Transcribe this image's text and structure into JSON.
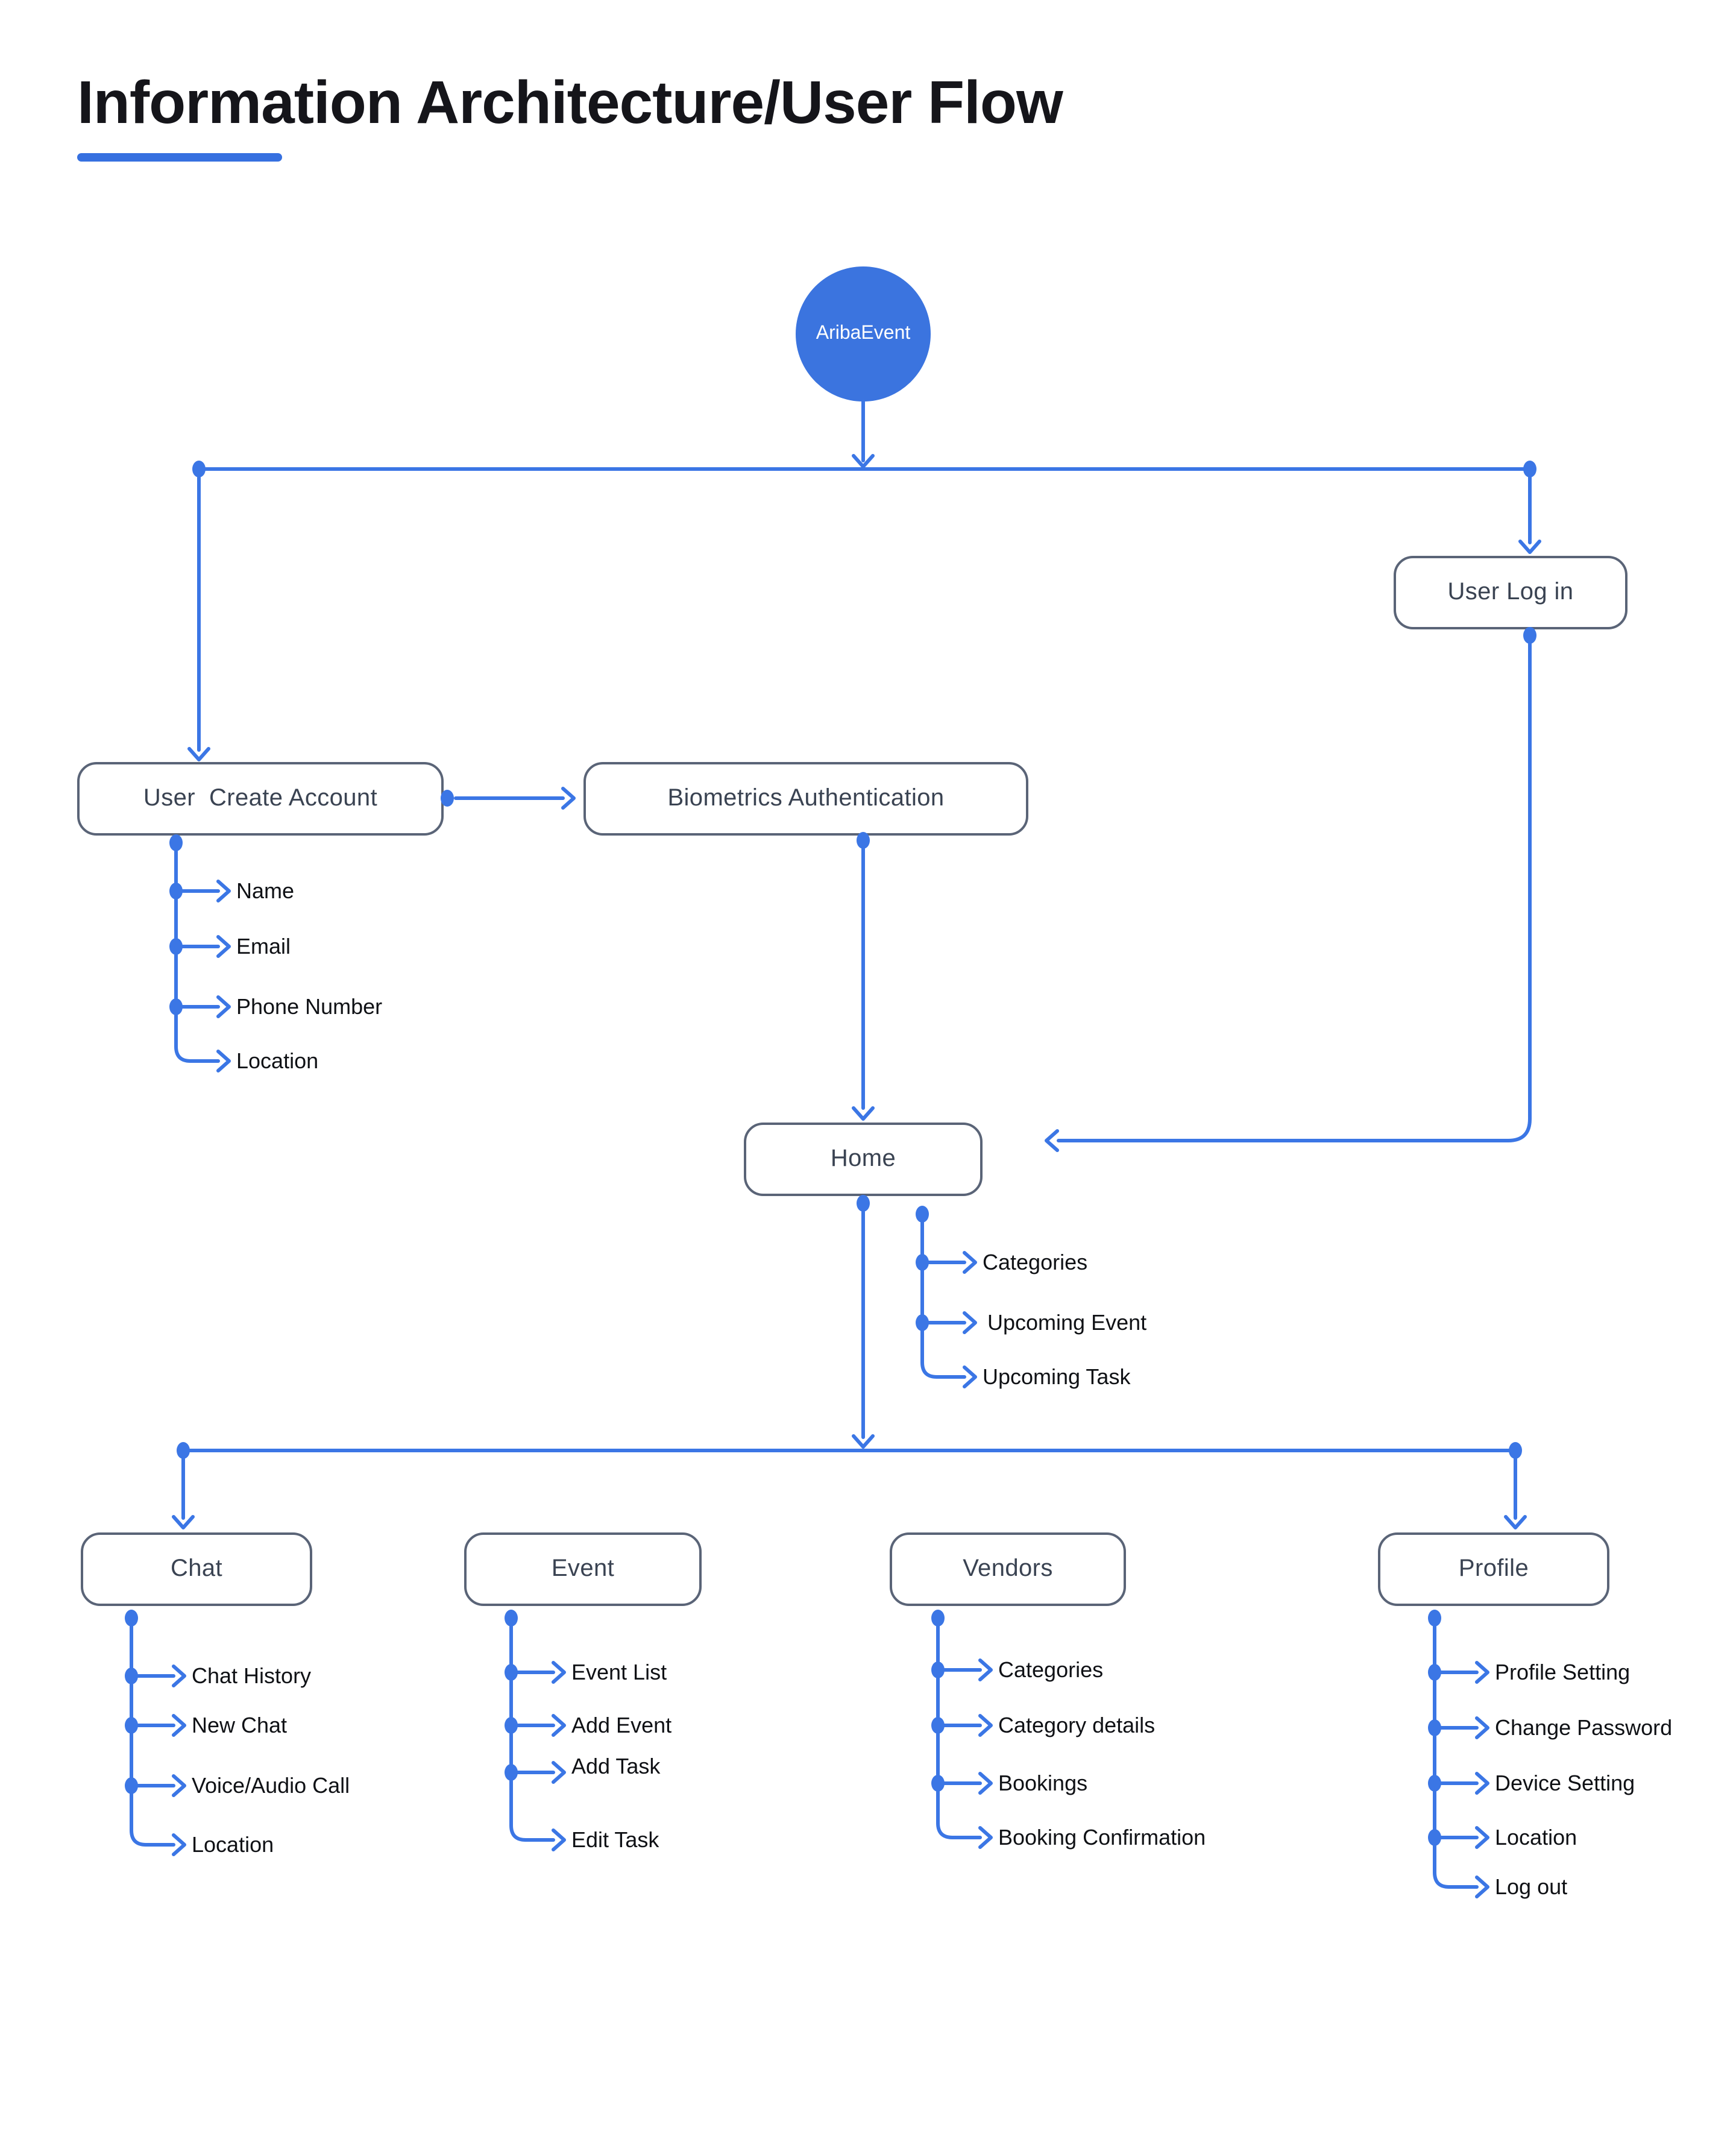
{
  "page": {
    "title": "Information Architecture/User Flow"
  },
  "diagram": {
    "root": {
      "label": "AribaEvent"
    },
    "nodes": {
      "user_create_account": {
        "label": "User  Create Account"
      },
      "biometrics_authentication": {
        "label": "Biometrics Authentication"
      },
      "user_log_in": {
        "label": "User Log in"
      },
      "home": {
        "label": "Home"
      },
      "chat": {
        "label": "Chat"
      },
      "event": {
        "label": "Event"
      },
      "vendors": {
        "label": "Vendors"
      },
      "profile": {
        "label": "Profile"
      }
    },
    "branches": {
      "user_create_account": {
        "items": [
          "Name",
          "Email",
          "Phone Number",
          "Location"
        ]
      },
      "home": {
        "items": [
          "Categories",
          "Upcoming Event",
          "Upcoming Task"
        ]
      },
      "chat": {
        "items": [
          "Chat History",
          "New Chat",
          "Voice/Audio Call",
          "Location"
        ]
      },
      "event": {
        "items": [
          "Event List",
          "Add Event",
          "Add Task",
          "Edit Task"
        ]
      },
      "vendors": {
        "items": [
          "Categories",
          "Category details",
          "Bookings",
          "Booking Confirmation"
        ]
      },
      "profile": {
        "items": [
          "Profile Setting",
          "Change Password",
          "Device Setting",
          "Location",
          "Log out"
        ]
      }
    },
    "colors": {
      "accent": "#3B76E5",
      "root_fill": "#3B74DF",
      "title_underline": "#3670E0",
      "node_border": "#5A6477",
      "node_text": "#3A4352",
      "item_text": "#0F1115",
      "title_text": "#15151A"
    }
  }
}
